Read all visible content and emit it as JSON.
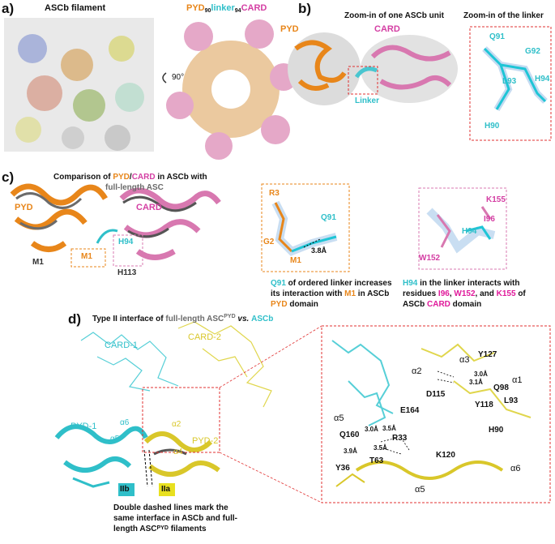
{
  "panel_a": {
    "label": "a)",
    "filament_title": "ASCb filament",
    "rotation": "90°",
    "construct_pyd": "PYD",
    "construct_n1": "90",
    "construct_linker": "linker",
    "construct_n2": "94",
    "construct_card": "CARD"
  },
  "panel_b": {
    "label": "b)",
    "title_unit": "Zoom-in of one ASCb unit",
    "title_linker": "Zoom-in of the linker",
    "pyd": "PYD",
    "card": "CARD",
    "linker": "Linker",
    "res_q91": "Q91",
    "res_g92": "G92",
    "res_l93": "L93",
    "res_h94": "H94",
    "res_h90": "H90"
  },
  "panel_c": {
    "label": "c)",
    "title_pre": "Comparison of ",
    "title_pyd": "PYD",
    "title_slash": "/",
    "title_card": "CARD",
    "title_mid": " in ASCb with",
    "title_line2": "full-length ASC",
    "pyd": "PYD",
    "card": "CARD",
    "h94": "H94",
    "m1": "M1",
    "m1_box": "M1",
    "h113": "H113",
    "zoom1_r3": "R3",
    "zoom1_q91": "Q91",
    "zoom1_g2": "G2",
    "zoom1_m1": "M1",
    "zoom1_dist": "3.8Å",
    "zoom2_k155": "K155",
    "zoom2_i96": "I96",
    "zoom2_h94": "H94",
    "zoom2_w152": "W152",
    "caption1_q91": "Q91",
    "caption1_a": " of ordered linker increases",
    "caption1_b": "its interaction with ",
    "caption1_m1": "M1",
    "caption1_c": " in ASCb",
    "caption1_pyd": "PYD",
    "caption1_d": " domain",
    "caption2_h94": "H94",
    "caption2_a": " in the linker interacts with",
    "caption2_b": "residues ",
    "caption2_i96": "I96",
    "caption2_comma1": ", ",
    "caption2_w152": "W152",
    "caption2_and": ", and ",
    "caption2_k155": "K155",
    "caption2_of": " of",
    "caption2_c": "ASCb ",
    "caption2_card": "CARD",
    "caption2_d": " domain"
  },
  "panel_d": {
    "label": "d)",
    "title_pre": "Type II interface of ",
    "title_fl": "full-length ASC",
    "title_sup": "PYD",
    "title_vs": " vs. ",
    "title_ascb": "ASCb",
    "card1": "CARD-1",
    "card2": "CARD-2",
    "pyd1": "PYD-1",
    "pyd2": "PYD-2",
    "a6_left": "α6",
    "a5_left": "α5",
    "a2_left": "α2",
    "a4_left": "α4",
    "box_iib": "IIb",
    "box_iia": "IIa",
    "note_line1": "Double dashed lines mark the",
    "note_line2": "same interface in ASCb and full-",
    "note_line3": "length ASC",
    "note_sup": "PYD",
    "note_line3_end": " filaments",
    "z_a2": "α2",
    "z_a3": "α3",
    "z_a1": "α1",
    "z_a5": "α5",
    "z_a5b": "α5",
    "z_a6": "α6",
    "z_y127": "Y127",
    "z_q98": "Q98",
    "z_d115": "D115",
    "z_y118": "Y118",
    "z_l93": "L93",
    "z_e164": "E164",
    "z_h90": "H90",
    "z_q160": "Q160",
    "z_r33": "R33",
    "z_k120": "K120",
    "z_t63": "T63",
    "z_y36": "Y36",
    "z_d1": "3.0Å",
    "z_d2": "3.1Å",
    "z_d3": "3.0Å",
    "z_d4": "3.5Å",
    "z_d5": "3.5Å",
    "z_d6": "3.9Å"
  },
  "colors": {
    "orange": "#e8861a",
    "cyan": "#2fbfc9",
    "pink": "#d43ea3",
    "yellow": "#d9c72a",
    "gray": "#6b6b6b",
    "red_dash": "#e03030"
  }
}
